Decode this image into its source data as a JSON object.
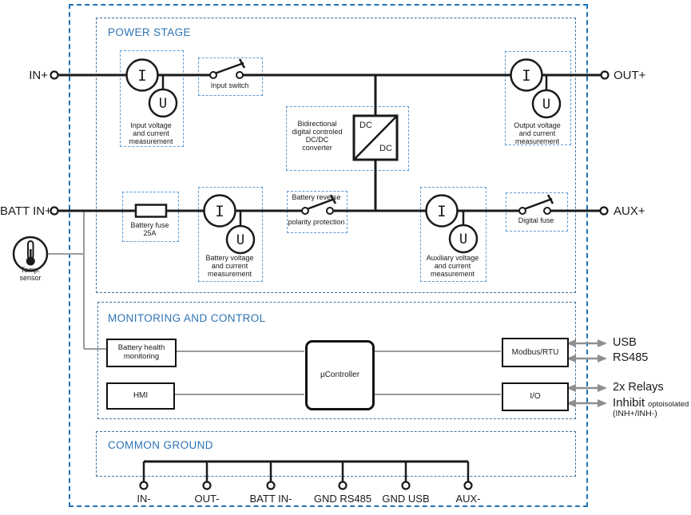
{
  "colors": {
    "outer_border": "#1f72b8",
    "section_border": "#41719c",
    "component_border": "#5b9bd5",
    "title_text": "#2e74b5",
    "wire_black": "#1a1a1a",
    "wire_gray": "#9b9b9b",
    "arrow_gray": "#8f8f8f"
  },
  "sections": {
    "power_stage": {
      "title": "POWER STAGE"
    },
    "monitoring": {
      "title": "MONITORING AND CONTROL"
    },
    "common_ground": {
      "title": "COMMON GROUND"
    }
  },
  "terminals": {
    "in_pos": "IN+",
    "out_pos": "OUT+",
    "batt_in_pos": "BATT IN+",
    "aux_pos": "AUX+",
    "in_neg": "IN-",
    "out_neg": "OUT-",
    "batt_in_neg": "BATT IN-",
    "gnd_rs485": "GND RS485",
    "gnd_usb": "GND USB",
    "aux_neg": "AUX-"
  },
  "meters": {
    "current_symbol": "I",
    "voltage_symbol": "U"
  },
  "components": {
    "input_measurement": {
      "label": "Input voltage\nand current\nmeasurement"
    },
    "input_switch": {
      "label": "Input switch"
    },
    "dcdc": {
      "label": "Bidirectional\ndigital controled\nDC/DC\nconverter",
      "box_top": "DC",
      "box_bottom": "DC"
    },
    "output_measurement": {
      "label": "Output voltage\nand current\nmeasurement"
    },
    "battery_fuse": {
      "label": "Battery fuse\n25A"
    },
    "battery_measurement": {
      "label": "Battery voltage\nand current\nmeasurement"
    },
    "reverse_protection": {
      "label_top": "Battery reverse",
      "label_bottom": "polarity protection"
    },
    "aux_measurement": {
      "label": "Auxiliary voltage\nand current\nmeasurement"
    },
    "digital_fuse": {
      "label": "Digital fuse"
    },
    "temp_sensor": {
      "label": "Temp.\nsensor"
    }
  },
  "monitoring_blocks": {
    "battery_health": {
      "label": "Battery health\nmonitoring"
    },
    "hmi": {
      "label": "HMI"
    },
    "ucontroller": {
      "label": "µController"
    },
    "modbus": {
      "label": "Modbus/RTU"
    },
    "io": {
      "label": "I/O"
    }
  },
  "ports": {
    "usb": "USB",
    "rs485": "RS485",
    "relays": "2x Relays",
    "inhibit": "Inhibit",
    "inhibit_note": "optoisolated",
    "inhibit_sub": "(INH+/INH-)"
  }
}
